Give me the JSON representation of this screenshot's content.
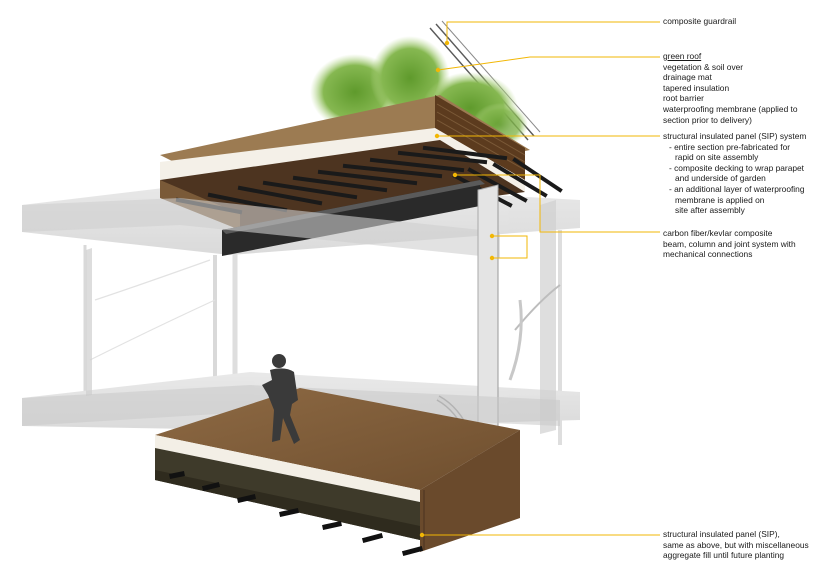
{
  "annotations": {
    "guardrail": {
      "title": "composite guardrail"
    },
    "green_roof": {
      "title": "green roof",
      "lines": [
        "vegetation & soil over",
        "drainage mat",
        "tapered insulation",
        "root barrier",
        "waterproofing membrane (applied to",
        "section prior to delivery)"
      ]
    },
    "sip": {
      "title": "structural insulated panel (SIP) system",
      "bullets": [
        "- entire section pre-fabricated for",
        "rapid on site assembly",
        "- composite decking to wrap parapet",
        "and underside of garden",
        "- an additional layer of waterproofing",
        "membrane is applied on",
        "site after assembly"
      ]
    },
    "carbon": {
      "lines": [
        "carbon fiber/kevlar composite",
        "beam, column and joint system with",
        "mechanical connections"
      ]
    },
    "floor_sip": {
      "lines": [
        "structural insulated panel (SIP),",
        "same as above, but with miscellaneous",
        "aggregate fill until future planting"
      ]
    }
  },
  "colors": {
    "leader": "#f2b705",
    "deck_wood": "#7a5632",
    "deck_dark": "#4a3a2a",
    "frame_gray": "#c9c9c9",
    "vegetation": "#6e9e3a"
  }
}
